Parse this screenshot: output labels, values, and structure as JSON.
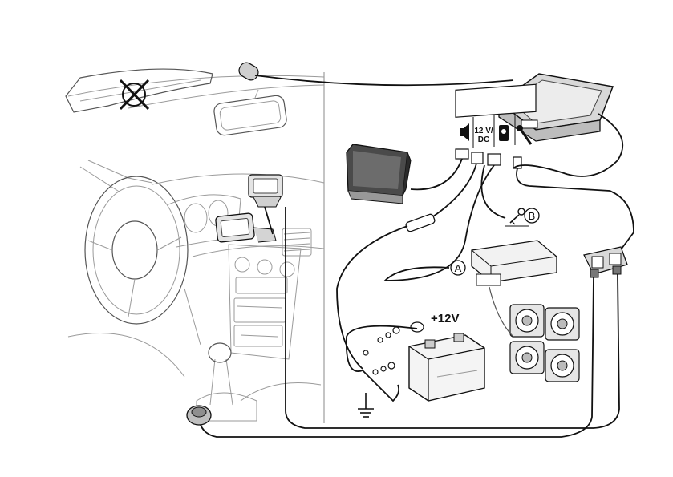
{
  "labels": {
    "dc_top": "12 V/",
    "dc_bottom": "DC",
    "voltage": "+12V",
    "marker_a": "A",
    "marker_b": "B"
  },
  "icons": [
    "speaker-icon",
    "power-icon",
    "remote-icon",
    "microphone-icon",
    "no-visor-icon",
    "ignition-key-icon",
    "ground-symbol-icon"
  ],
  "colors": {
    "line": "#111111",
    "sketch": "#9a9a9a",
    "device_body": "#d8d8d8"
  }
}
